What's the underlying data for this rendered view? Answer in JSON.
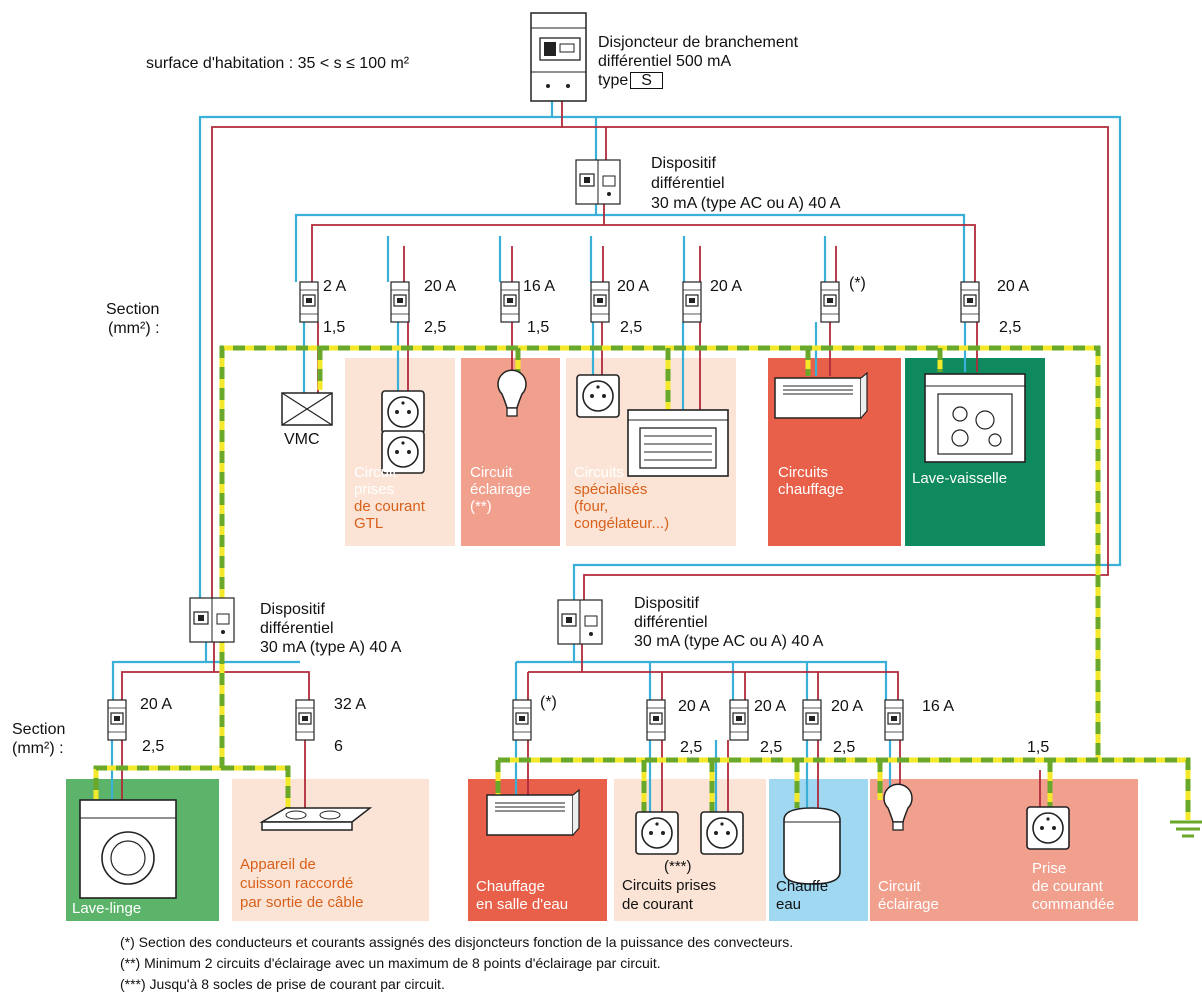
{
  "header": {
    "surface": "surface d'habitation : 35 < s ≤ 100 m²",
    "main_breaker_line1": "Disjoncteur de branchement",
    "main_breaker_line2": "différentiel 500 mA",
    "main_breaker_type_prefix": "type",
    "main_breaker_type": "S"
  },
  "rcd": {
    "top": {
      "line1": "Dispositif",
      "line2": "différentiel",
      "line3": "30 mA (type AC ou A) 40 A"
    },
    "left": {
      "line1": "Dispositif",
      "line2": "différentiel",
      "line3": "30 mA (type A) 40 A"
    },
    "right": {
      "line1": "Dispositif",
      "line2": "différentiel",
      "line3": "30 mA (type AC ou A) 40 A"
    }
  },
  "section_label": {
    "line1": "Section",
    "line2": "(mm²) :"
  },
  "top_breakers": [
    {
      "rating": "2 A",
      "section": "1,5"
    },
    {
      "rating": "20 A",
      "section": "2,5"
    },
    {
      "rating": "16 A",
      "section": "1,5"
    },
    {
      "rating": "20 A",
      "section": "2,5"
    },
    {
      "rating": "20 A",
      "section": ""
    },
    {
      "rating": "(*)",
      "section": ""
    },
    {
      "rating": "20 A",
      "section": "2,5"
    }
  ],
  "left_breakers": [
    {
      "rating": "20 A",
      "section": "2,5"
    },
    {
      "rating": "32 A",
      "section": "6"
    }
  ],
  "right_breakers": [
    {
      "rating": "(*)",
      "section": ""
    },
    {
      "rating": "20 A",
      "section": "2,5"
    },
    {
      "rating": "20 A",
      "section": "2,5"
    },
    {
      "rating": "20 A",
      "section": "2,5"
    },
    {
      "rating": "16 A",
      "section": ""
    }
  ],
  "right_extra_section": "1,5",
  "top_circuits": {
    "vmc": "VMC",
    "prises": [
      "Circuit",
      "prises",
      "de courant",
      "GTL"
    ],
    "eclairage": [
      "Circuit",
      "éclairage",
      "(**)"
    ],
    "specialises": [
      "Circuits",
      "spécialisés",
      "(four,",
      "congélateur...)"
    ],
    "chauffage": [
      "Circuits",
      "chauffage"
    ],
    "lave_vaisselle": "Lave-vaisselle"
  },
  "bottom_circuits": {
    "lave_linge": "Lave-linge",
    "cuisson": [
      "Appareil de",
      "cuisson raccordé",
      "par sortie de câble"
    ],
    "chauffage_sdb": [
      "Chauffage",
      "en salle d'eau"
    ],
    "prises": [
      "(***)",
      "Circuits prises",
      "de courant"
    ],
    "chauffe_eau": [
      "Chauffe",
      "eau"
    ],
    "eclairage": [
      "Circuit",
      "éclairage"
    ],
    "prise_commandee": [
      "Prise",
      "de courant",
      "commandée"
    ]
  },
  "notes": [
    "(*) Section des conducteurs et courants assignés des disjoncteurs fonction de la puissance des convecteurs.",
    "(**) Minimum 2 circuits d'éclairage avec un maximum de 8 points d'éclairage par circuit.",
    "(***) Jusqu'à 8 socles de prise de courant par circuit."
  ],
  "colors": {
    "phase": "#b02a3a",
    "neutral": "#3ab0d8",
    "earth_green": "#6aa82a",
    "earth_yellow": "#f4e82a",
    "box_peach": "#fbe4d6",
    "box_salmon": "#f2a08e",
    "box_red": "#e8604a",
    "box_green_light": "#5cb46a",
    "box_teal": "#0f8a5e",
    "box_blue": "#9fd8f0",
    "label_orange": "#d8601a"
  }
}
